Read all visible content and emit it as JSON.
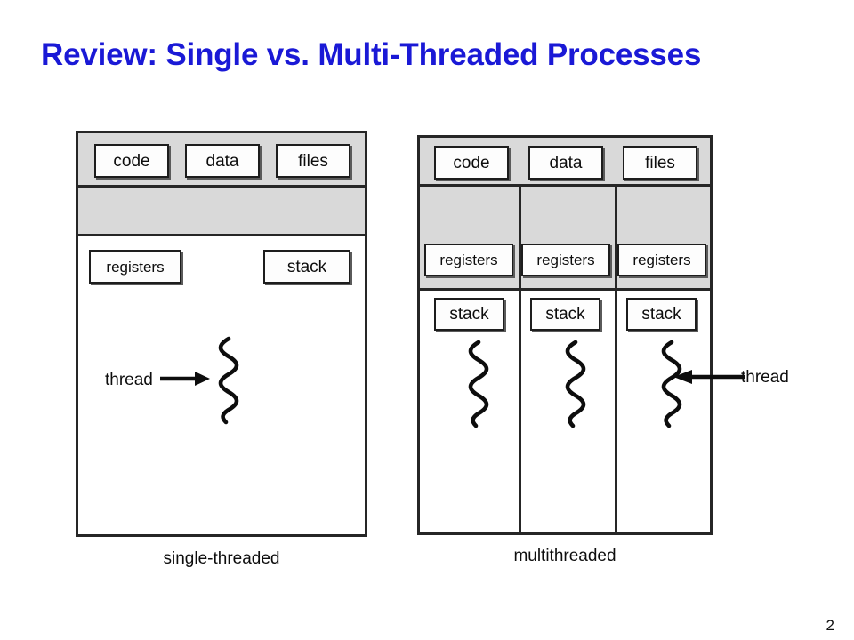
{
  "slide": {
    "title": "Review: Single vs. Multi-Threaded Processes",
    "title_color": "#1a19d6",
    "page_number": "2",
    "background": "#ffffff"
  },
  "palette": {
    "shared_band_gray": "#d9d9d9",
    "frame_stroke": "#262626",
    "box_fill": "#fdfdfd",
    "box_stroke": "#1d1d1d",
    "box_shadow": "#5a5a5a",
    "text": "#0d0d0d"
  },
  "diagrams": [
    {
      "id": "single-threaded",
      "caption": "single-threaded",
      "shared_resources": [
        "code",
        "data",
        "files"
      ],
      "per_thread_resources": [
        "registers",
        "stack"
      ],
      "thread_count": 1,
      "thread_label": "thread",
      "arrow_direction": "right"
    },
    {
      "id": "multithreaded",
      "caption": "multithreaded",
      "shared_resources": [
        "code",
        "data",
        "files"
      ],
      "per_thread_resources": [
        "registers",
        "stack"
      ],
      "thread_count": 3,
      "thread_label": "thread",
      "arrow_direction": "left"
    }
  ],
  "single": {
    "caption": "single-threaded",
    "code": "code",
    "data": "data",
    "files": "files",
    "registers": "registers",
    "stack": "stack",
    "thread_label": "thread"
  },
  "multi": {
    "caption": "multithreaded",
    "code": "code",
    "data": "data",
    "files": "files",
    "registers_1": "registers",
    "registers_2": "registers",
    "registers_3": "registers",
    "stack_1": "stack",
    "stack_2": "stack",
    "stack_3": "stack",
    "thread_label": "thread"
  },
  "icons": {
    "thread_squiggle": "thread-squiggle-icon",
    "arrow_right": "arrow-right-icon",
    "arrow_left": "arrow-left-icon"
  }
}
